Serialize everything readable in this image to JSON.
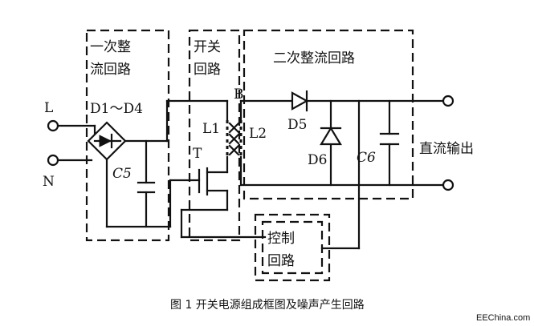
{
  "blocks": {
    "primary_rectifier": [
      "一次整",
      "流回路"
    ],
    "switch": [
      "开关",
      "回路"
    ],
    "secondary_rectifier": "二次整流回路",
    "control": [
      "控制",
      "回路"
    ]
  },
  "labels": {
    "L": "L",
    "N": "N",
    "D1_D4": "D1～D4",
    "C5": "C5",
    "B": "B",
    "L1": "L1",
    "L2": "L2",
    "T": "T",
    "D5": "D5",
    "D6": "D6",
    "C6": "C6",
    "dc_output": "直流输出"
  },
  "caption": "图 1 开关电源组成框图及噪声产生回路",
  "credit": "EEChina.com"
}
